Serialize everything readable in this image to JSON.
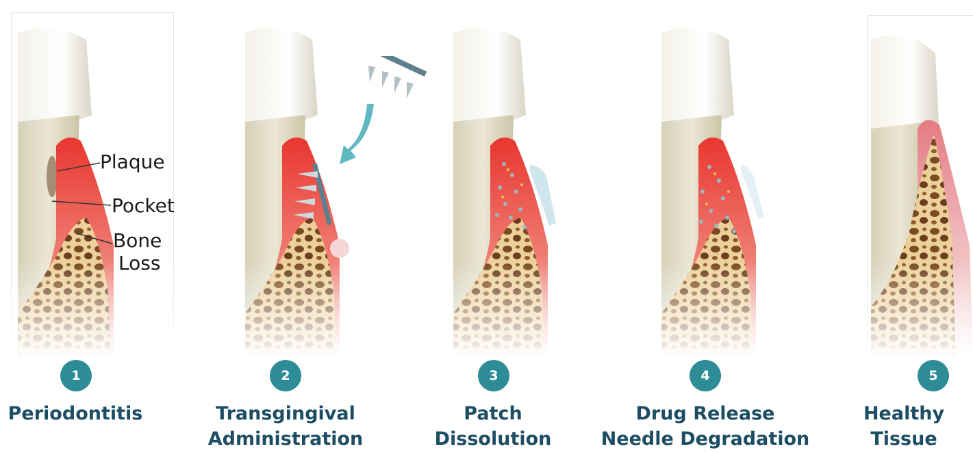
{
  "annotations": {
    "plaque": "Plaque",
    "pocket": "Pocket",
    "bone_loss_1": "Bone",
    "bone_loss_2": "Loss"
  },
  "steps": [
    {
      "number": "1",
      "line1": "Periodontitis",
      "line2": ""
    },
    {
      "number": "2",
      "line1": "Transgingival",
      "line2": "Administration"
    },
    {
      "number": "3",
      "line1": "Patch",
      "line2": "Dissolution"
    },
    {
      "number": "4",
      "line1": "Drug Release",
      "line2": "Needle Degradation"
    },
    {
      "number": "5",
      "line1": "Healthy",
      "line2": "Tissue"
    }
  ],
  "colors": {
    "badge": "#2e8c96",
    "label": "#1c4d63",
    "gum_inflamed": "#e8362f",
    "gum_healthy": "#e9a3a8",
    "bone": "#e9c98f",
    "patch": "#5e7f8c",
    "arrow": "#5fb8c2"
  }
}
